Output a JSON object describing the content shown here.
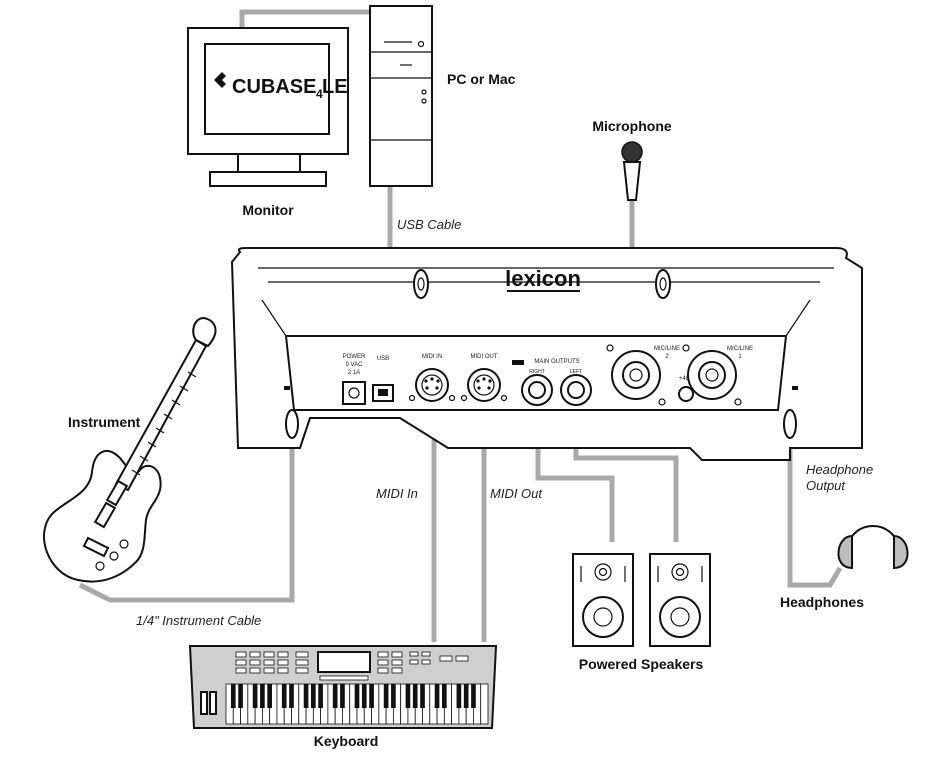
{
  "devices": {
    "monitor": "Monitor",
    "computer": "PC or Mac",
    "software": "CUBASE LE",
    "software_version": "4",
    "microphone": "Microphone",
    "instrument": "Instrument",
    "headphones": "Headphones",
    "speakers": "Powered Speakers",
    "keyboard": "Keyboard"
  },
  "cables": {
    "usb": "USB Cable",
    "instrument": "1/4\" Instrument Cable",
    "midi_in": "MIDI In",
    "midi_out": "MIDI Out",
    "headphone_line1": "Headphone",
    "headphone_line2": "Output"
  },
  "interface": {
    "brand": "lexicon",
    "ports": {
      "power_line1": "POWER",
      "power_line2": "9 VAC",
      "power_line3": "2.1A",
      "usb": "USB",
      "midi_in": "MIDI IN",
      "midi_out": "MIDI OUT",
      "main_outputs": "MAIN OUTPUTS",
      "right": "RIGHT",
      "left": "LEFT",
      "mic_line_2": "MIC/LINE",
      "mic_line_2_num": "2",
      "mic_line_1": "MIC/LINE",
      "mic_line_1_num": "1",
      "phantom": "+48V"
    }
  }
}
